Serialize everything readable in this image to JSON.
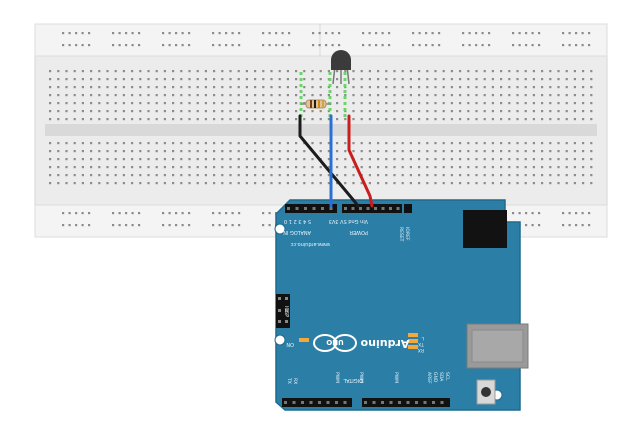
{
  "board": {
    "website": "www.arduino.cc",
    "brand": "Arduino",
    "model": "UNO",
    "on_label": "ON",
    "icsp_label": "ICSP",
    "analog_in_label": "ANALOG IN",
    "power_label": "POWER",
    "power_pins": "Vin Gnd 5V 3V3",
    "reset_label": "RESET",
    "ioref_label": "IOREF",
    "analog_pin_numbers": "5 4 3 2 1 0",
    "digital_label": "DIGITAL",
    "pwm_label": "PWM",
    "aref_label": "AREF",
    "gnd_label": "GND",
    "sda_label": "SDA",
    "scl_label": "SCL",
    "tx_label": "TX",
    "rx_label": "RX",
    "l_label": "L",
    "tx_led_label": "TX",
    "rx_led_label": "RX"
  },
  "colors": {
    "board": "#2b7fa7",
    "board_edge": "#1f6a8e",
    "breadboard": "#ececec",
    "wire_red": "#c81e1e",
    "wire_blue": "#2c6fd4",
    "wire_black": "#1c1c1c",
    "lead_green": "#6dd36d",
    "sensor": "#3b3b3b"
  }
}
